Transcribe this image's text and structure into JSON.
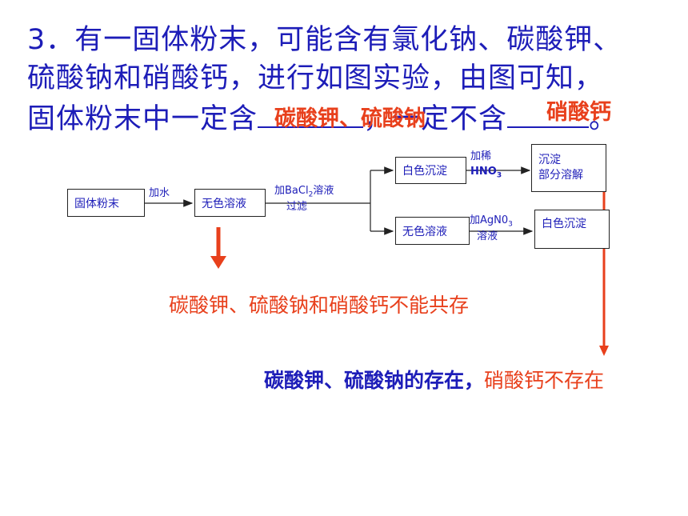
{
  "question": {
    "line1": "3．有一固体粉末，可能含有氯化钠、碳酸钾、",
    "line2": "硫酸钠和硝酸钙，进行如图实验，由图可知，",
    "line3_a": "固体粉末中一定含",
    "line3_b": "，一定不含",
    "line3_end": "。",
    "answer1": "碳酸钾、硫酸钠",
    "answer2": "硝酸钙"
  },
  "flow": {
    "box_solid": "固体粉末",
    "step_water": "加水",
    "box_clear1": "无色溶液",
    "step_bacl2_a": "加BaCl",
    "step_bacl2_sub": "2",
    "step_bacl2_b": "溶液",
    "step_filter": "过滤",
    "box_white_ppt": "白色沉淀",
    "step_hno3_a": "加稀",
    "step_hno3_b": "HNO",
    "step_hno3_sub": "3",
    "box_ppt_partial_1": "沉淀",
    "box_ppt_partial_2": "部分溶解",
    "box_clear2": "无色溶液",
    "step_agno3_a": "加AgN0",
    "step_agno3_sub": "3",
    "step_agno3_b": "溶液",
    "box_white_ppt2": "白色沉淀"
  },
  "notes": {
    "coexist": "碳酸钾、硫酸钠和硝酸钙不能共存",
    "conclusion_blue": "碳酸钾、硫酸钠的存在，",
    "conclusion_red": "硝酸钙不存在"
  },
  "colors": {
    "question_text": "#1d1db8",
    "answer": "#e8401c",
    "arrow_red": "#e8401c"
  }
}
